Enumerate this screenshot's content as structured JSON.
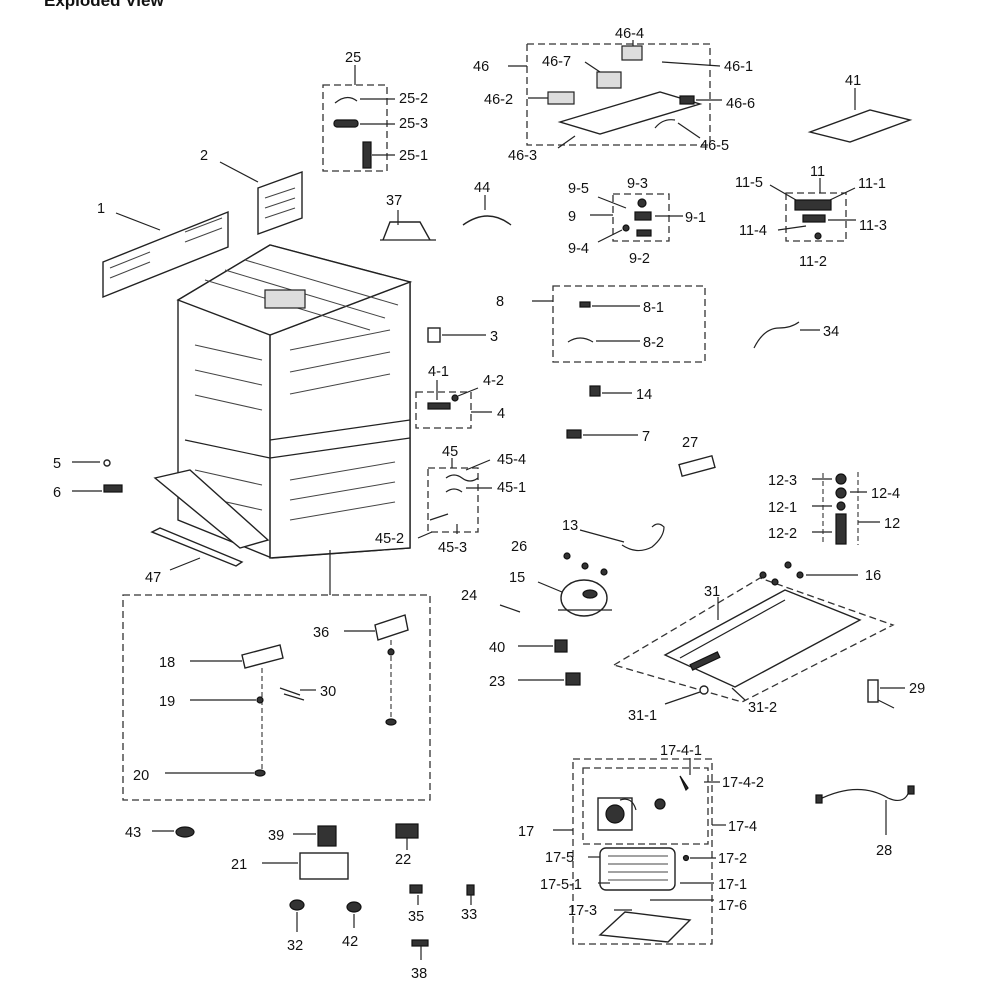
{
  "title": "Exploded View",
  "labels": {
    "p1": "1",
    "p2": "2",
    "p3": "3",
    "p4": "4",
    "p4_1": "4-1",
    "p4_2": "4-2",
    "p5": "5",
    "p6": "6",
    "p7": "7",
    "p8": "8",
    "p8_1": "8-1",
    "p8_2": "8-2",
    "p9": "9",
    "p9_1": "9-1",
    "p9_2": "9-2",
    "p9_3": "9-3",
    "p9_4": "9-4",
    "p9_5": "9-5",
    "p11": "11",
    "p11_1": "11-1",
    "p11_2": "11-2",
    "p11_3": "11-3",
    "p11_4": "11-4",
    "p11_5": "11-5",
    "p12": "12",
    "p12_1": "12-1",
    "p12_2": "12-2",
    "p12_3": "12-3",
    "p12_4": "12-4",
    "p13": "13",
    "p14": "14",
    "p15": "15",
    "p16": "16",
    "p17": "17",
    "p17_1": "17-1",
    "p17_2": "17-2",
    "p17_3": "17-3",
    "p17_4": "17-4",
    "p17_4_1": "17-4-1",
    "p17_4_2": "17-4-2",
    "p17_5": "17-5",
    "p17_5_1": "17-5-1",
    "p17_6": "17-6",
    "p18": "18",
    "p19": "19",
    "p20": "20",
    "p21": "21",
    "p22": "22",
    "p23": "23",
    "p24": "24",
    "p25": "25",
    "p25_1": "25-1",
    "p25_2": "25-2",
    "p25_3": "25-3",
    "p26": "26",
    "p27": "27",
    "p28": "28",
    "p29": "29",
    "p30": "30",
    "p31": "31",
    "p31_1": "31-1",
    "p31_2": "31-2",
    "p32": "32",
    "p33": "33",
    "p34": "34",
    "p35": "35",
    "p36": "36",
    "p37": "37",
    "p38": "38",
    "p39": "39",
    "p40": "40",
    "p41": "41",
    "p42": "42",
    "p43": "43",
    "p44": "44",
    "p45": "45",
    "p45_1": "45-1",
    "p45_2": "45-2",
    "p45_3": "45-3",
    "p45_4": "45-4",
    "p46": "46",
    "p46_1": "46-1",
    "p46_2": "46-2",
    "p46_3": "46-3",
    "p46_4": "46-4",
    "p46_5": "46-5",
    "p46_6": "46-6",
    "p46_7": "46-7",
    "p47": "47"
  }
}
